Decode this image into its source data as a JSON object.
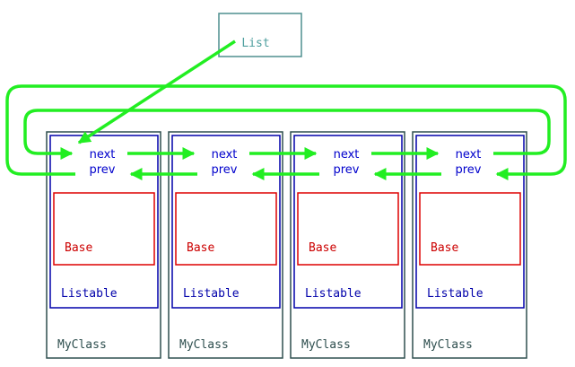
{
  "list_label": "List",
  "myclass_label": "MyClass",
  "listable_label": "Listable",
  "base_label": "Base",
  "next_label": "next",
  "prev_label": "prev",
  "node_count": 4,
  "colors": {
    "outer_box": "#2f4f4f",
    "list_box": "#4f8f8f",
    "listable_box": "#0000aa",
    "base_box": "#dd0000",
    "link_text": "#0000cc",
    "arrow": "#22ee22",
    "myclass_text": "#2f4f4f",
    "listable_text": "#0000aa",
    "base_text": "#cc0000",
    "list_text": "#4f9f9f"
  }
}
